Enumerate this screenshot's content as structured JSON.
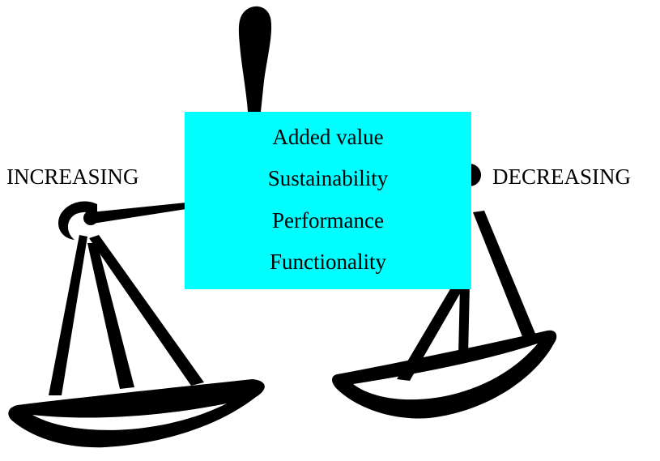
{
  "labels": {
    "left": "INCREASING",
    "right": "DECREASING"
  },
  "factors": [
    "Added value",
    "Sustainability",
    "Performance",
    "Functionality"
  ],
  "colors": {
    "box_fill": "#00ffff",
    "ink": "#000000",
    "background": "#ffffff"
  }
}
